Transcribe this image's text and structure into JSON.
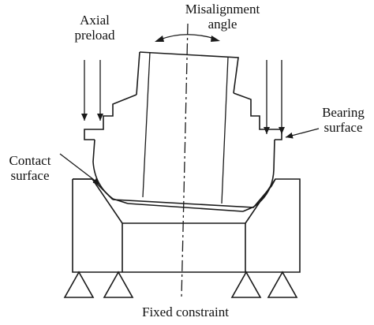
{
  "labels": {
    "axial_preload": [
      "Axial",
      "preload"
    ],
    "misalignment_angle": [
      "Misalignment",
      "angle"
    ],
    "bearing_surface": [
      "Bearing",
      "surface"
    ],
    "contact_surface": [
      "Contact",
      "surface"
    ],
    "fixed_constraint": "Fixed constraint"
  }
}
